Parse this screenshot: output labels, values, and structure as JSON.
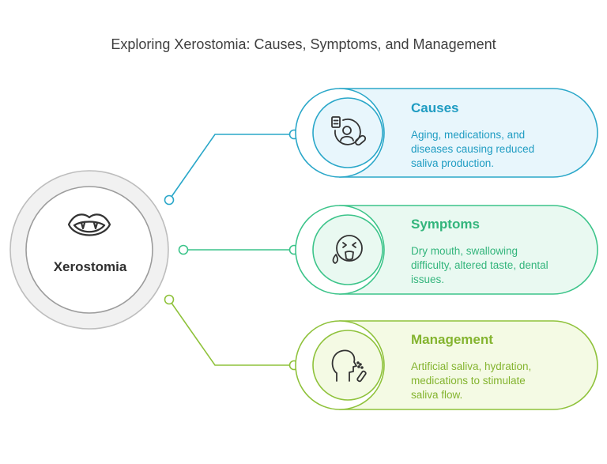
{
  "title": "Exploring Xerostomia: Causes, Symptoms, and Management",
  "center": {
    "label": "Xerostomia",
    "icon": "open-mouth-icon"
  },
  "items": [
    {
      "title": "Causes",
      "description_lines": [
        "Aging, medications, and",
        "diseases causing reduced",
        "saliva production."
      ],
      "icon": "patient-medication-icon",
      "color": "#2aa7c9",
      "fill": "#e8f6fc",
      "title_color": "#1f9cc2",
      "text_color": "#1f9cc2"
    },
    {
      "title": "Symptoms",
      "description_lines": [
        "Dry mouth, swallowing",
        "difficulty, altered taste, dental",
        "issues."
      ],
      "icon": "sick-face-drop-icon",
      "color": "#3cc48a",
      "fill": "#e9f9f1",
      "title_color": "#33b57c",
      "text_color": "#33b57c"
    },
    {
      "title": "Management",
      "description_lines": [
        "Artificial saliva, hydration,",
        "medications to stimulate",
        "saliva flow."
      ],
      "icon": "head-spray-icon",
      "color": "#8fc23b",
      "fill": "#f4fae4",
      "title_color": "#84b42f",
      "text_color": "#84b42f"
    }
  ]
}
